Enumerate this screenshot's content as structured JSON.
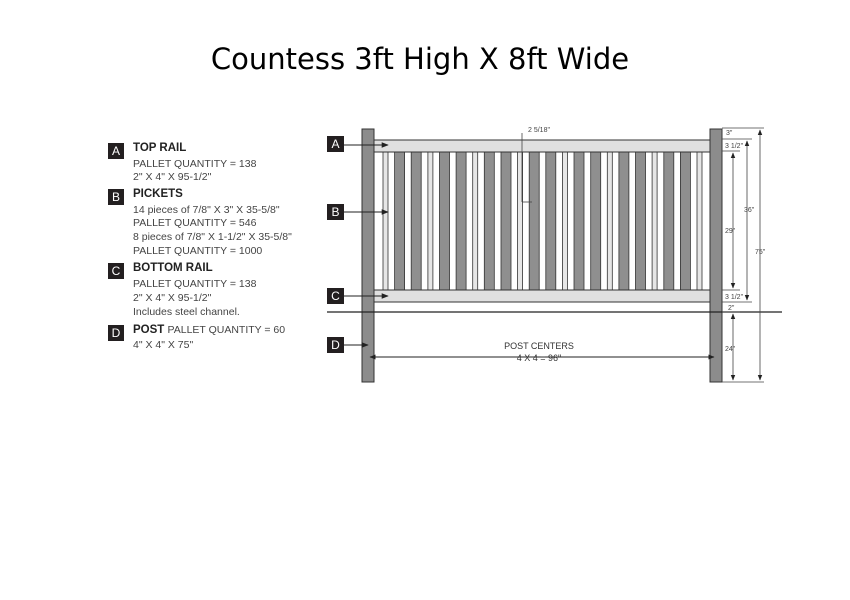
{
  "title": "Countess 3ft High X 8ft Wide",
  "legend": {
    "a": {
      "badge": "A",
      "heading": "TOP RAIL",
      "lines": [
        "PALLET QUANTITY = 138",
        "2\" X 4\" X 95-1/2\""
      ]
    },
    "b": {
      "badge": "B",
      "heading": "PICKETS",
      "lines": [
        "14 pieces of 7/8\" X 3\" X 35-5/8\"",
        "PALLET QUANTITY = 546",
        "8 pieces of 7/8\" X 1-1/2\" X 35-5/8\"",
        "PALLET QUANTITY = 1000"
      ]
    },
    "c": {
      "badge": "C",
      "heading": "BOTTOM RAIL",
      "lines": [
        "PALLET QUANTITY = 138",
        "2\" X 4\" X 95-1/2\"",
        "Includes steel channel."
      ]
    },
    "d": {
      "badge": "D",
      "heading": "POST",
      "heading_suffix": "PALLET QUANTITY = 60",
      "lines": [
        "4\" X 4\" X 75\""
      ]
    }
  },
  "diagram": {
    "callouts": {
      "a": "A",
      "b": "B",
      "c": "C",
      "d": "D"
    },
    "spacing_label": "2 5/18\"",
    "post_centers_label": "POST CENTERS",
    "post_centers_value": "4 X 4 = 96\"",
    "dimensions": {
      "top_gap": "3\"",
      "top_rail": "3 1/2\"",
      "picket_span": "29\"",
      "fence_height": "36\"",
      "post_length": "75\"",
      "bottom_rail": "3 1/2\"",
      "ground_gap": "2\"",
      "bury_depth": "24\""
    }
  },
  "colors": {
    "post_fill": "#8c8c8c",
    "wide_picket_fill": "#8f8f8f",
    "narrow_picket_fill": "#e6e6e6",
    "outline": "#333333",
    "badge": "#231f20"
  }
}
